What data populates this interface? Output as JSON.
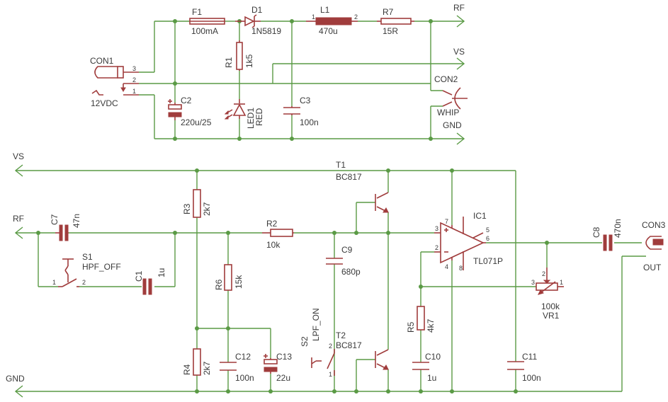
{
  "labels": {
    "F1": "F1",
    "F1_val": "100mA",
    "D1": "D1",
    "D1_val": "1N5819",
    "L1": "L1",
    "L1_val": "470u",
    "R7": "R7",
    "R7_val": "15R",
    "RF_top": "RF",
    "VS_top": "VS",
    "GND_top": "GND",
    "CON1": "CON1",
    "CON1_val": "12VDC",
    "R1": "R1",
    "R1_val": "1k5",
    "C2": "C2",
    "C2_val": "220u/25",
    "LED1": "LED1",
    "LED1_val": "RED",
    "C3": "C3",
    "C3_val": "100n",
    "CON2": "CON2",
    "CON2_val": "WHIP",
    "VS_left": "VS",
    "RF_left": "RF",
    "GND_left": "GND",
    "T1": "T1",
    "T1_val": "BC817",
    "R3": "R3",
    "R3_val": "2k7",
    "IC1": "IC1",
    "IC1_val": "TL071P",
    "C7": "C7",
    "C7_val": "47n",
    "R2": "R2",
    "R2_val": "10k",
    "C9": "C9",
    "C9_val": "680p",
    "C8": "C8",
    "C8_val": "470n",
    "CON3": "CON3",
    "CON3_val": "OUT",
    "S1": "S1",
    "S1_val": "HPF_OFF",
    "C1": "C1",
    "C1_val": "1u",
    "R6": "R6",
    "R6_val": "15k",
    "VR1_val": "100k",
    "VR1": "VR1",
    "R5": "R5",
    "R5_val": "4k7",
    "S2": "S2",
    "S2_val": "LPF_ON",
    "T2": "T2",
    "T2_val": "BC817",
    "R4": "R4",
    "R4_val": "2k7",
    "C12": "C12",
    "C12_val": "100n",
    "C13": "C13",
    "C13_val": "22u",
    "C10": "C10",
    "C10_val": "1u",
    "C11": "C11",
    "C11_val": "100n"
  },
  "pins": {
    "p1": "1",
    "p2": "2",
    "p3": "3",
    "p4": "4",
    "p5": "5",
    "p6": "6",
    "p7": "7",
    "p8": "8"
  }
}
